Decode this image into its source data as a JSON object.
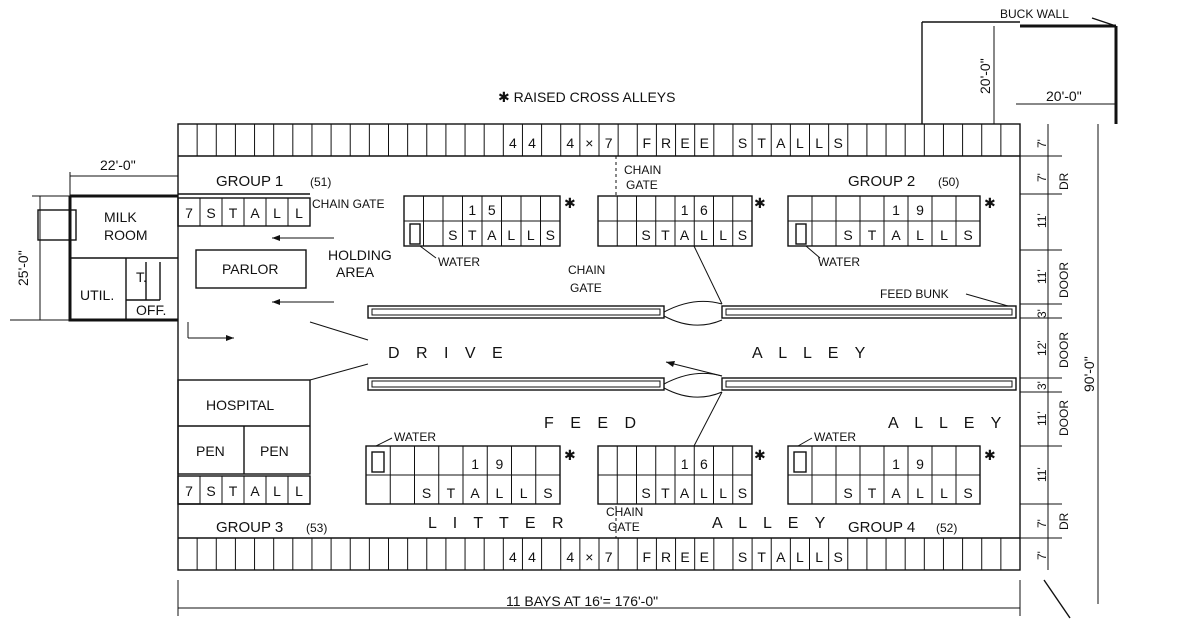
{
  "header": {
    "note": "✱ RAISED CROSS ALLEYS"
  },
  "buck_wall": "BUCK WALL",
  "free_stalls": {
    "top": [
      "4",
      "4",
      "",
      "4",
      "×",
      "7",
      "",
      "F",
      "R",
      "E",
      "E",
      "",
      "S",
      "T",
      "A",
      "L",
      "L",
      "S"
    ],
    "bottom": [
      "4",
      "4",
      "",
      "4",
      "×",
      "7",
      "",
      "F",
      "R",
      "E",
      "E",
      "",
      "S",
      "T",
      "A",
      "L",
      "L",
      "S"
    ]
  },
  "groups": {
    "g1": {
      "name": "GROUP 1",
      "count": "(51)"
    },
    "g2": {
      "name": "GROUP 2",
      "count": "(50)"
    },
    "g3": {
      "name": "GROUP 3",
      "count": "(53)"
    },
    "g4": {
      "name": "GROUP 4",
      "count": "(52)"
    }
  },
  "stall_blocks": {
    "upper_1": {
      "num": [
        "",
        "",
        "1",
        "5",
        "",
        "",
        ""
      ],
      "word": [
        "",
        "S",
        "T",
        "A",
        "L",
        "L",
        "S"
      ]
    },
    "upper_2": {
      "num": [
        "",
        "",
        "",
        "1",
        "6",
        "",
        ""
      ],
      "word": [
        "",
        "S",
        "T",
        "A",
        "L",
        "L",
        "S"
      ]
    },
    "upper_3": {
      "num": [
        "",
        "",
        "",
        "1",
        "9",
        "",
        ""
      ],
      "word": [
        "",
        "S",
        "T",
        "A",
        "L",
        "L",
        "S"
      ]
    },
    "lower_1": {
      "num": [
        "",
        "",
        "",
        "1",
        "9",
        "",
        ""
      ],
      "word": [
        "",
        "S",
        "T",
        "A",
        "L",
        "L",
        "S"
      ]
    },
    "lower_2": {
      "num": [
        "",
        "",
        "",
        "1",
        "6",
        "",
        ""
      ],
      "word": [
        "",
        "S",
        "T",
        "A",
        "L",
        "L",
        "S"
      ]
    },
    "lower_3": {
      "num": [
        "",
        "",
        "",
        "1",
        "9",
        "",
        ""
      ],
      "word": [
        "",
        "S",
        "T",
        "A",
        "L",
        "L",
        "S"
      ]
    },
    "left_upper": [
      "7",
      "S",
      "T",
      "A",
      "L",
      "L"
    ],
    "left_lower": [
      "7",
      "S",
      "T",
      "A",
      "L",
      "L"
    ]
  },
  "rooms": {
    "milk_room": [
      "MILK",
      "ROOM"
    ],
    "parlor": "PARLOR",
    "util": "UTIL.",
    "t": "T.",
    "off": "OFF.",
    "holding": [
      "HOLDING",
      "AREA"
    ],
    "hospital": "HOSPITAL",
    "pen_left": "PEN",
    "pen_right": "PEN"
  },
  "labels": {
    "chain_gate": "CHAIN GATE",
    "chain_gate_split": [
      "CHAIN",
      "GATE"
    ],
    "water": "WATER",
    "feed_bunk": "FEED BUNK",
    "drive": "D R I V E",
    "alley": "A L L E Y",
    "feed": "F E E D",
    "litter": "L I T T E R",
    "star": "✱",
    "door": "DOOR",
    "dr": "DR"
  },
  "dimensions": {
    "left_width": "22'-0\"",
    "left_height": "25'-0\"",
    "buck_height": "20'-0\"",
    "right_width": "20'-0\"",
    "total_height": "90'-0\"",
    "seven": "7'",
    "eleven": "11'",
    "three": "3'",
    "twelve": "12'",
    "bays": "11 BAYS AT 16'= 176'-0\""
  }
}
